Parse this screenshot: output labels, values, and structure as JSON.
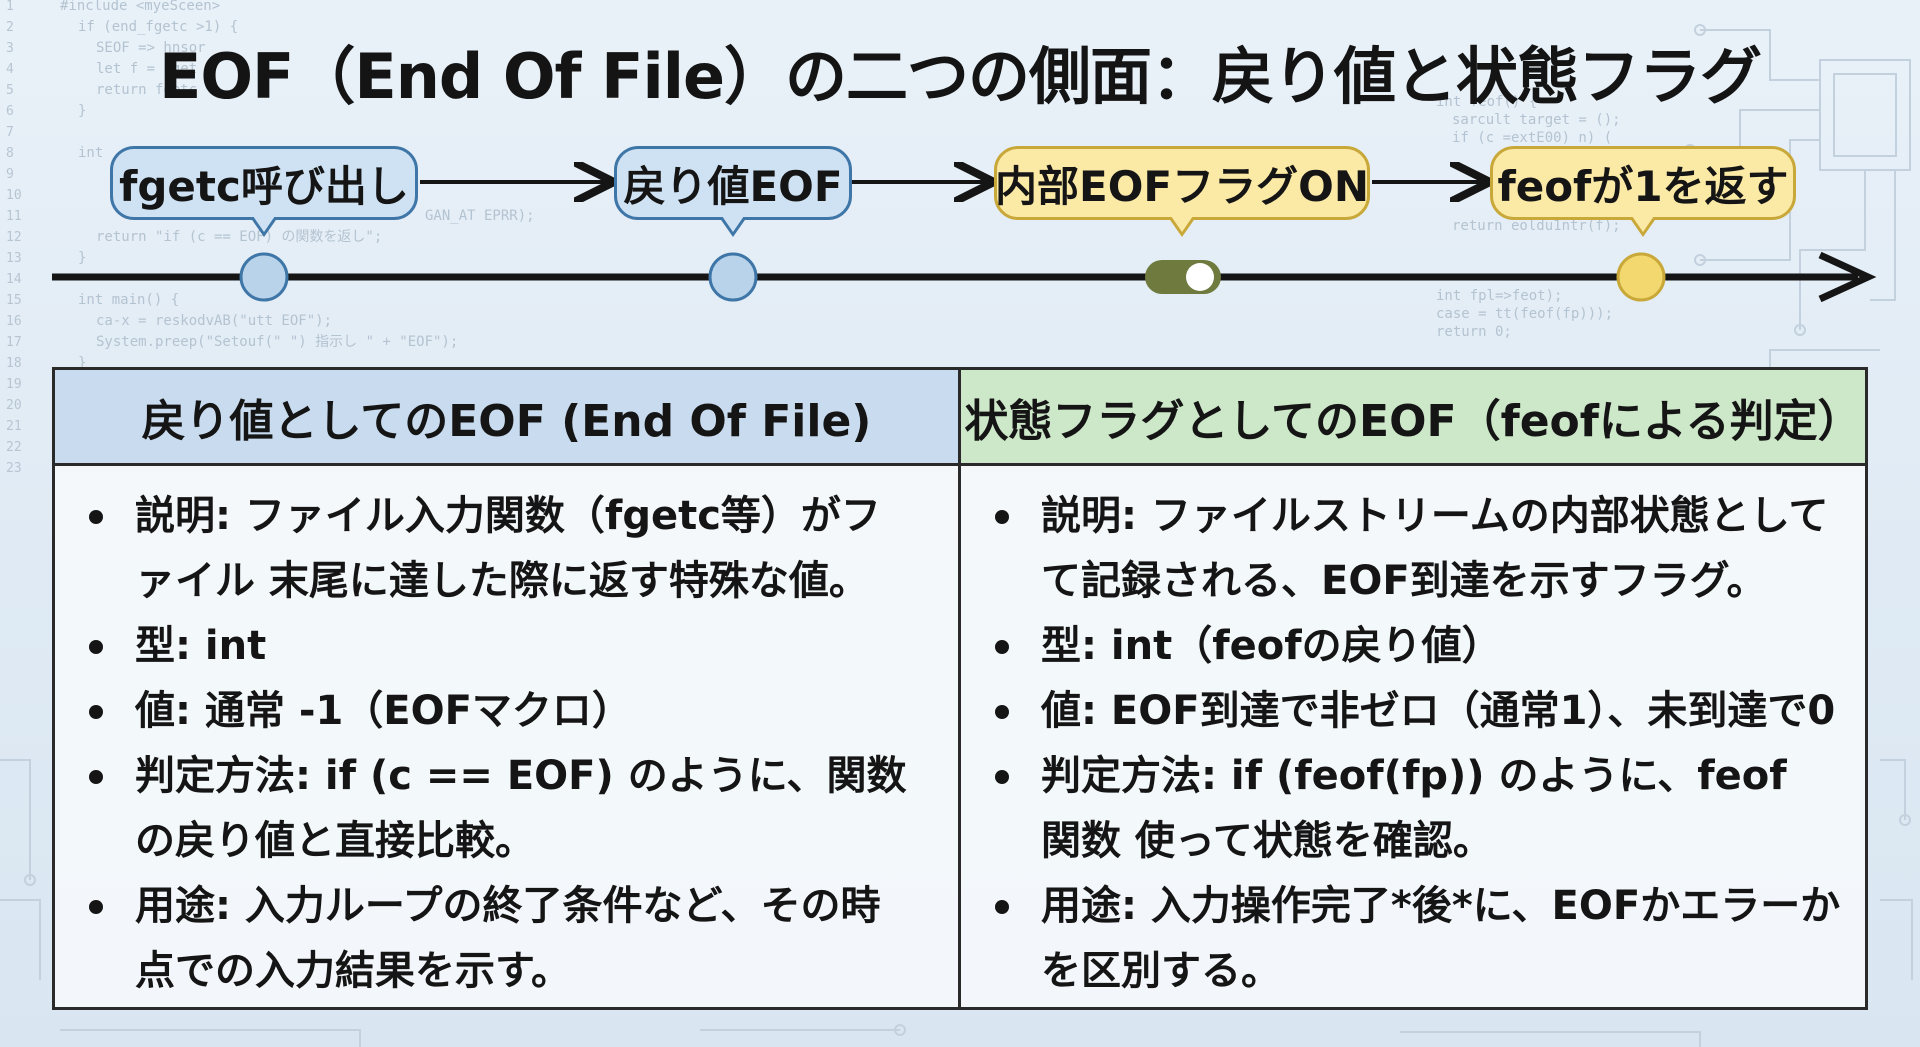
{
  "title": "EOF（End Of File）の二つの側面：戻り値と状態フラグ",
  "timeline": {
    "steps": [
      {
        "label": "fgetc呼び出し",
        "style": "blue",
        "marker": "circle"
      },
      {
        "label": "戻り値EOF",
        "style": "blue",
        "marker": "circle"
      },
      {
        "label": "内部EOFフラグON",
        "style": "yellow",
        "marker": "toggle-on"
      },
      {
        "label": "feofが1を返す",
        "style": "yellow",
        "marker": "circle"
      }
    ]
  },
  "compare": {
    "left": {
      "heading": "戻り値としてのEOF (End Of File)",
      "items": [
        {
          "key": "説明:",
          "text": " ファイル入力関数（fgetc等）がフ",
          "text2": "ァイル 末尾に達した際に返す特殊な値。"
        },
        {
          "key": "型:",
          "text": " int"
        },
        {
          "key": "値:",
          "text": " 通常 -1（EOFマクロ）"
        },
        {
          "key": "判定方法:",
          "text": " if (c == EOF) のように、関数",
          "text2": "の戻り値と直接比較。"
        },
        {
          "key": "用途:",
          "text": " 入力ループの終了条件など、その時",
          "text2": "点での入力結果を示す。"
        }
      ]
    },
    "right": {
      "heading": "状態フラグとしてのEOF（feofによる判定）",
      "items": [
        {
          "key": "説明:",
          "text": " ファイルストリームの内部状態として",
          "text2": "て記録される、EOF到達を示すフラグ。"
        },
        {
          "key": "型:",
          "text": " int（feofの戻り値）"
        },
        {
          "key": "値:",
          "text": " EOF到達で非ゼロ（通常1）、未到達で0"
        },
        {
          "key": "判定方法:",
          "text": " if (feof(fp)) のように、feof",
          "text2": "関数 使って状態を確認。"
        },
        {
          "key": "用途:",
          "text": " 入力操作完了*後*に、EOFかエラーか",
          "text2": "を区別する。"
        }
      ]
    }
  },
  "colors": {
    "blue_fill": "#cfe2f3",
    "blue_border": "#3f76a8",
    "yellow_fill": "#fbe9a6",
    "yellow_border": "#c9a83a",
    "left_header": "#c9dcef",
    "right_header": "#cde7c9"
  }
}
